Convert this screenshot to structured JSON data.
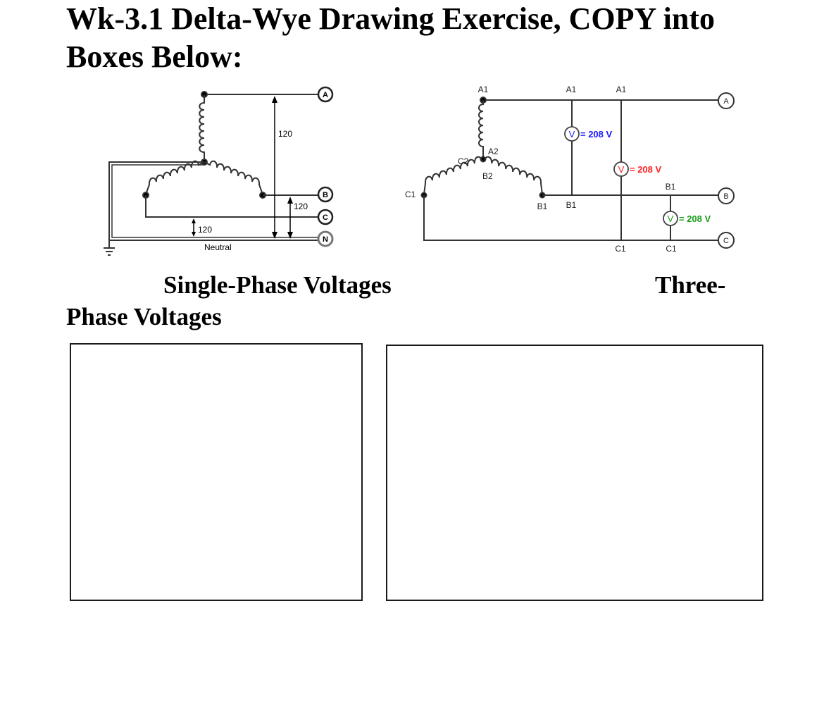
{
  "page": {
    "title": "Wk-3.1 Delta-Wye Drawing Exercise, COPY into Boxes Below:",
    "caption_left": "Single-Phase Voltages",
    "caption_right_part1": "Three-",
    "caption_right_part2": "Phase Voltages"
  },
  "single_phase": {
    "terminals": [
      "A",
      "B",
      "C",
      "N"
    ],
    "voltage_1": "120",
    "voltage_2": "120",
    "voltage_3": "120",
    "neutral_label": "Neutral"
  },
  "three_phase": {
    "terminals": [
      "A",
      "B",
      "C"
    ],
    "labels": {
      "a1_left": "A1",
      "a1_mid": "A1",
      "a1_right": "A1",
      "a2": "A2",
      "b2": "B2",
      "c2": "C2",
      "c1_left": "C1",
      "b1_low1": "B1",
      "b1_low2": "B1",
      "b1_right": "B1",
      "c1_low1": "C1",
      "c1_low2": "C1"
    },
    "meter_symbol": "V",
    "readings": [
      "= 208 V",
      "= 208 V",
      "= 208 V"
    ],
    "colors": {
      "blue": "#1a1aff",
      "red": "#ff2020",
      "green": "#1aa01a"
    }
  }
}
